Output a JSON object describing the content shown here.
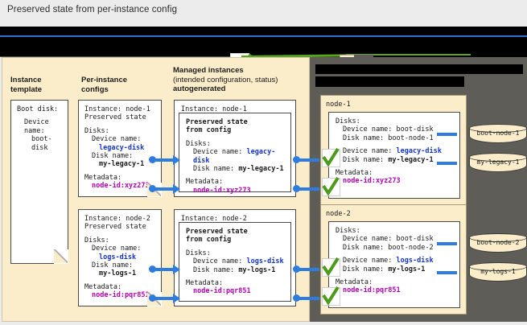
{
  "title": "Preserved state from per-instance config",
  "colors": {
    "panel_cream": "#fbecca",
    "panel_gray": "#5f5d57",
    "accent_blue": "#2f7ce0",
    "value_blue": "#1433c8",
    "value_magenta": "#b000b0",
    "check_green": "#4e9a1c",
    "page_bg": "#ececec"
  },
  "legend": {
    "redacted": true,
    "items": [
      {
        "icon": "green-check-icon",
        "label": ""
      },
      {
        "icon": "cream-swatch",
        "label": ""
      },
      {
        "icon": "gray-swatch",
        "label": ""
      },
      {
        "icon": "blue-connector",
        "label": ""
      }
    ]
  },
  "columns": {
    "instance_template": {
      "line1": "Instance",
      "line2": "template"
    },
    "per_instance_configs": {
      "line1": "Per-instance",
      "line2": "configs"
    },
    "managed_instances": {
      "line1": "Managed instances",
      "line2": "(intended configuration, status)",
      "line3": "autogenerated"
    },
    "right_panel_header": {
      "line1": "",
      "line2": "",
      "redacted": true
    }
  },
  "instance_template_card": {
    "heading": "Boot disk:",
    "device_name_label": "Device name:",
    "device_name_value": "boot-disk"
  },
  "per_instance_configs": [
    {
      "instance_line": "Instance: node-1",
      "preserved_state": "Preserved state",
      "disks_label": "Disks:",
      "device_name_label": "Device name:",
      "device_name_value": "legacy-disk",
      "disk_name_label": "Disk name:",
      "disk_name_value": "my-legacy-1",
      "metadata_label": "Metadata:",
      "metadata_value": "node-id:xyz273"
    },
    {
      "instance_line": "Instance: node-2",
      "preserved_state": "Preserved state",
      "disks_label": "Disks:",
      "device_name_label": "Device name:",
      "device_name_value": "logs-disk",
      "disk_name_label": "Disk name:",
      "disk_name_value": "my-logs-1",
      "metadata_label": "Metadata:",
      "metadata_value": "node-id:pqr851"
    }
  ],
  "managed_instances": [
    {
      "instance_line": "Instance: node-1",
      "preserved_title_1": "Preserved state",
      "preserved_title_2": "from config",
      "disks_label": "Disks:",
      "device_name_label": "Device name:",
      "device_name_value": "legacy-disk",
      "disk_name_label": "Disk name:",
      "disk_name_value": "my-legacy-1",
      "metadata_label": "Metadata:",
      "metadata_value": "node-id:xyz273"
    },
    {
      "instance_line": "Instance: node-2",
      "preserved_title_1": "Preserved state",
      "preserved_title_2": "from config",
      "disks_label": "Disks:",
      "device_name_label": "Device name:",
      "device_name_value": "logs-disk",
      "disk_name_label": "Disk name:",
      "disk_name_value": "my-logs-1",
      "metadata_label": "Metadata:",
      "metadata_value": "node-id:pqr851"
    }
  ],
  "nodes": [
    {
      "name": "node-1",
      "disks_label": "Disks:",
      "boot_device_label": "Device name: boot-disk",
      "boot_disk_label": "Disk name: boot-node-1",
      "preserved_device_label": "Device name:",
      "preserved_device_value": "legacy-disk",
      "preserved_disk_label": "Disk name:",
      "preserved_disk_value": "my-legacy-1",
      "metadata_label": "Metadata:",
      "metadata_value": "node-id:xyz273",
      "disks": [
        "boot-node-1",
        "my-legacy-1"
      ]
    },
    {
      "name": "node-2",
      "disks_label": "Disks:",
      "boot_device_label": "Device name: boot-disk",
      "boot_disk_label": "Disk name: boot-node-2",
      "preserved_device_label": "Device name:",
      "preserved_device_value": "logs-disk",
      "preserved_disk_label": "Disk name:",
      "preserved_disk_value": "my-logs-1",
      "metadata_label": "Metadata:",
      "metadata_value": "node-id:pqr851",
      "disks": [
        "boot-node-2",
        "my-logs-1"
      ]
    }
  ]
}
